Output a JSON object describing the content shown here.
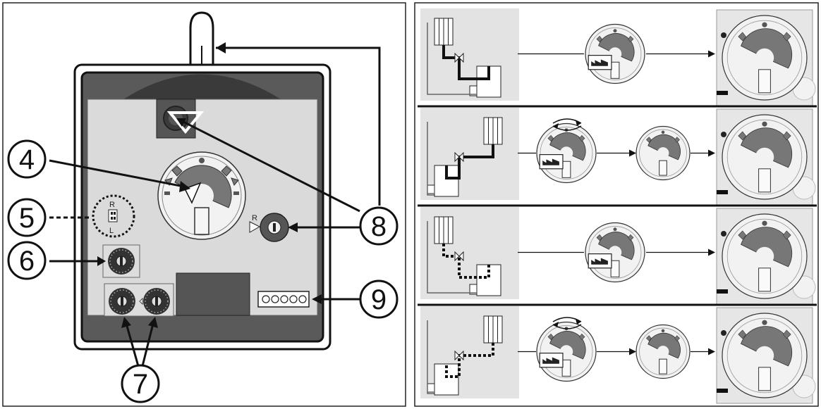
{
  "callouts": [
    {
      "id": "4",
      "label": "4"
    },
    {
      "id": "5",
      "label": "5"
    },
    {
      "id": "6",
      "label": "6"
    },
    {
      "id": "7",
      "label": "7"
    },
    {
      "id": "8",
      "label": "8"
    },
    {
      "id": "9",
      "label": "9"
    }
  ],
  "switch_labels": {
    "top": "R",
    "bottom": "L"
  },
  "button_label": "R",
  "scenarios": [
    {
      "index": 1,
      "has_rotation": false,
      "steps": 2
    },
    {
      "index": 2,
      "has_rotation": true,
      "steps": 3
    },
    {
      "index": 3,
      "has_rotation": false,
      "steps": 2
    },
    {
      "index": 4,
      "has_rotation": true,
      "steps": 3
    }
  ],
  "colors": {
    "line": "#111111",
    "housing_dark": "#5a5a5a",
    "plate_light": "#d9d9d9",
    "sector_gray": "#777777",
    "scenario_bg": "#e3e3e3"
  }
}
